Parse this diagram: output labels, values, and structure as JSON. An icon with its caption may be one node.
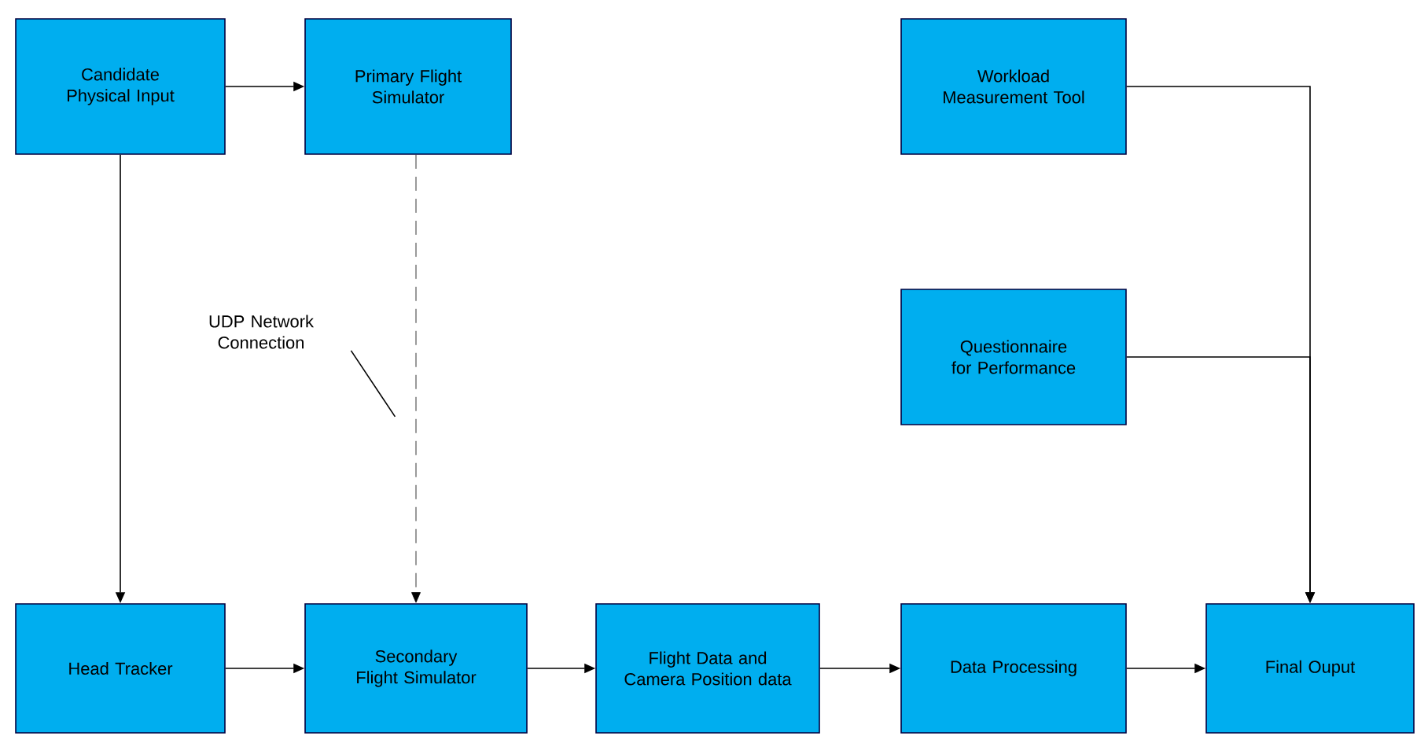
{
  "diagram": {
    "nodes": [
      {
        "text": [
          "Candidate Physical Input"
        ]
      },
      {
        "text": [
          "Primary Flight Simulator"
        ]
      },
      {
        "text": [
          "Workload Measurement Tool"
        ]
      },
      {
        "text": [
          "Questionnaire for Performance"
        ]
      },
      {
        "text": [
          "Head Tracker"
        ]
      },
      {
        "text": [
          "Secondary Flight Simulator"
        ]
      },
      {
        "text": [
          "Flight Data and Camera Position data"
        ]
      },
      {
        "text": [
          "Data Processing"
        ]
      },
      {
        "text": [
          "Final Ouput"
        ]
      },
      {
        "text": [
          "UDP Network Connection"
        ]
      }
    ],
    "edges": [
      {
        "from": 0,
        "to": 1,
        "arrow": "to"
      },
      {
        "from": 0,
        "to": 4,
        "arrow": "to"
      },
      {
        "from": 1,
        "to": 5,
        "arrow": "to",
        "style": "dashed"
      },
      {
        "from": 4,
        "to": 5,
        "arrow": "to"
      },
      {
        "from": 5,
        "to": 6,
        "arrow": "to"
      },
      {
        "from": 6,
        "to": 7,
        "arrow": "to"
      },
      {
        "from": 7,
        "to": 8,
        "arrow": "to"
      },
      {
        "from": 2,
        "to": 8,
        "arrow": "to"
      },
      {
        "from": 3,
        "to": 8,
        "arrow": "to"
      },
      {
        "from": 9,
        "to": null,
        "arrow": "none"
      }
    ]
  }
}
